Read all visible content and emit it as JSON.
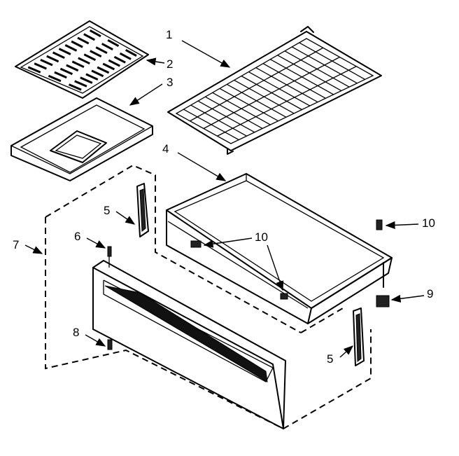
{
  "callouts": [
    {
      "id": "1",
      "text": "1"
    },
    {
      "id": "2",
      "text": "2"
    },
    {
      "id": "3",
      "text": "3"
    },
    {
      "id": "4",
      "text": "4"
    },
    {
      "id": "5a",
      "text": "5"
    },
    {
      "id": "5b",
      "text": "5"
    },
    {
      "id": "6",
      "text": "6"
    },
    {
      "id": "7",
      "text": "7"
    },
    {
      "id": "8",
      "text": "8"
    },
    {
      "id": "9",
      "text": "9"
    },
    {
      "id": "10a",
      "text": "10"
    },
    {
      "id": "10b",
      "text": "10"
    }
  ]
}
